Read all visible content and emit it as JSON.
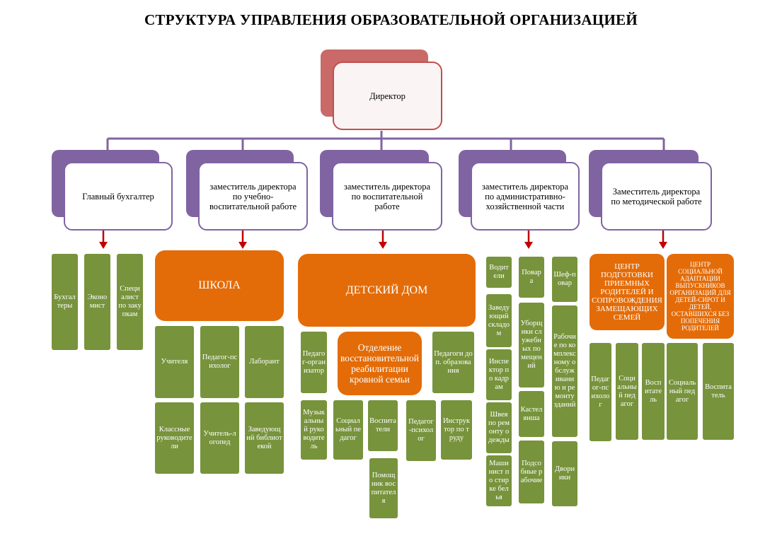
{
  "title": "СТРУКТУРА УПРАВЛЕНИЯ ОБРАЗОВАТЕЛЬНОЙ ОРГАНИЗАЦИЕЙ",
  "director": "Директор",
  "deputies": [
    "Главный бухгалтер",
    "заместитель директора по учебно-воспитательной работе",
    "заместитель директора по воспитательной работе",
    "заместитель директора по административно-хозяйственной части",
    "Заместитель директора по методической работе"
  ],
  "accounting": [
    "Бухгалтеры",
    "Экономист",
    "Специалист по закупкам"
  ],
  "school": {
    "label": "ШКОЛА",
    "staff": [
      "Учителя",
      "Педагог-психолог",
      "Лаборант",
      "Классные руководители",
      "Учитель-логопед",
      "Заведующий библиотекой"
    ]
  },
  "orphanage": {
    "label": "ДЕТСКИЙ ДОМ",
    "department": "Отделение восстановительной реабилитации кровной семьи",
    "staff_left": [
      "Педагог-организатор",
      "Музыкальный руководитель"
    ],
    "staff_right": [
      "Педагоги доп. образования"
    ],
    "dept_staff": [
      "Социальный педагог",
      "Воспитатели",
      "Помощник воспитателя"
    ],
    "staff_bottom": [
      "Педагог-психолог",
      "Инструктор по труду"
    ]
  },
  "ahch": {
    "col1": [
      "Водители",
      "Заведующий складом",
      "Инспектор по кадрам",
      "Швея по ремонту одежды",
      "Машинист по стирке белья"
    ],
    "col2": [
      "Повара",
      "Уборщики служебных помещений",
      "Кастелянша",
      "Подсобные рабочие"
    ],
    "col3": [
      "Шеф-повар",
      "Рабочие по комплексному обслуживанию и ремонту зданий",
      "Дворники"
    ]
  },
  "methodical": {
    "center1": "ЦЕНТР ПОДГОТОВКИ ПРИЕМНЫХ РОДИТЕЛЕЙ И СОПРОВОЖДЕНИЯ ЗАМЕЩАЮЩИХ СЕМЕЙ",
    "center2": "ЦЕНТР СОЦИАЛЬНОЙ АДАПТАЦИИ ВЫПУСКНИКОВ ОРГАНИЗАЦИЙ ДЛЯ ДЕТЕЙ-СИРОТ И ДЕТЕЙ, ОСТАВШИХСЯ БЕЗ ПОПЕЧЕНИЯ РОДИТЕЛЕЙ",
    "c1_staff": [
      "Педагог-психолог",
      "Социальный педагог",
      "Воспитатель"
    ],
    "c2_staff": [
      "Социальный педагог",
      "Воспитатель"
    ]
  },
  "colors": {
    "director": "#c0504d",
    "deputy": "#8064a2",
    "unit": "#e36c09",
    "staff": "#77933c",
    "arrow": "#c00000"
  }
}
